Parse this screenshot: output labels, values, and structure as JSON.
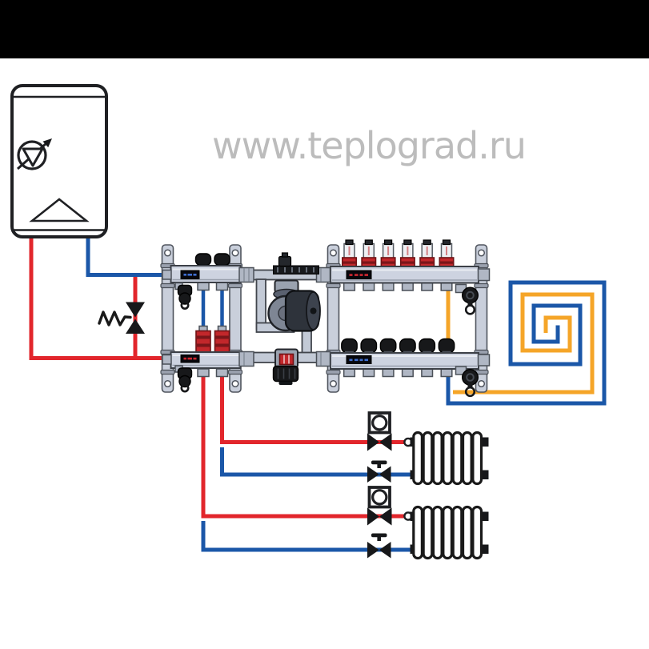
{
  "page": {
    "background": "#ffffff"
  },
  "top_bar": {
    "color": "#000000"
  },
  "watermark": {
    "text": "www.teplograd.ru",
    "color": "#bcbcbc"
  },
  "palette": {
    "pipe_red": "#e2262c",
    "pipe_blue": "#1b57a8",
    "pipe_orange": "#f5a528",
    "ink": "#1f2023",
    "metal_light": "#cdd3e0",
    "metal_mid": "#b0b7c4",
    "meter_red": "#c2272b",
    "component_black": "#17181a",
    "watermark_gray": "#bcbcbc",
    "top_bar_black": "#000000"
  },
  "diagram": {
    "manifold_left_circuits": 2,
    "manifold_right_circuits": 6,
    "radiators": 2,
    "radiator_sections": 7,
    "components": [
      "boiler",
      "boiler-pump-symbol",
      "burner-symbol",
      "supply-pipe",
      "return-pipe",
      "differential-bypass-valve",
      "spring-symbol",
      "manifold-left-section",
      "manifold-right-section",
      "pump-mixing-unit",
      "flow-meters",
      "floor-heating-spiral-loop",
      "radiator",
      "radiator-thermostatic-valve",
      "radiator-return-valve",
      "drain-valves"
    ]
  }
}
